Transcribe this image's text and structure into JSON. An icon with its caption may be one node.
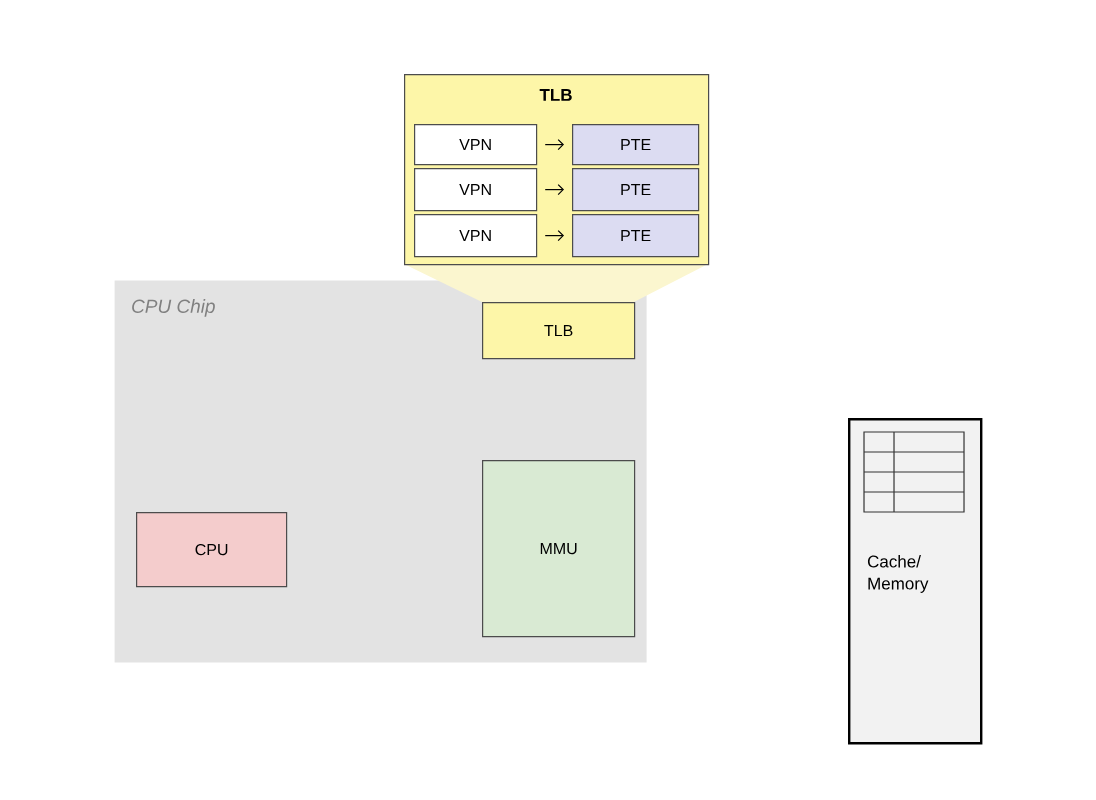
{
  "diagram": {
    "nodes": [
      {
        "text": [
          "CPU Chip"
        ]
      },
      {
        "text": [
          "TLB"
        ],
        "in": 0
      },
      {
        "text": [
          "CPU"
        ],
        "in": 0
      },
      {
        "text": [
          "MMU"
        ],
        "in": 0
      },
      {
        "text": [
          "TLB"
        ]
      },
      {
        "text": [
          "VPN"
        ],
        "in": 4
      },
      {
        "text": [
          "PTE"
        ],
        "in": 4
      },
      {
        "text": [
          "VPN"
        ],
        "in": 4
      },
      {
        "text": [
          "PTE"
        ],
        "in": 4
      },
      {
        "text": [
          "VPN"
        ],
        "in": 4
      },
      {
        "text": [
          "PTE"
        ],
        "in": 4
      },
      {
        "text": [
          "Cache/ Memory"
        ]
      }
    ],
    "edges": [
      {
        "from": 5,
        "to": 6,
        "arrow": "to"
      },
      {
        "from": 7,
        "to": 8,
        "arrow": "to"
      },
      {
        "from": 9,
        "to": 10,
        "arrow": "to"
      }
    ]
  }
}
